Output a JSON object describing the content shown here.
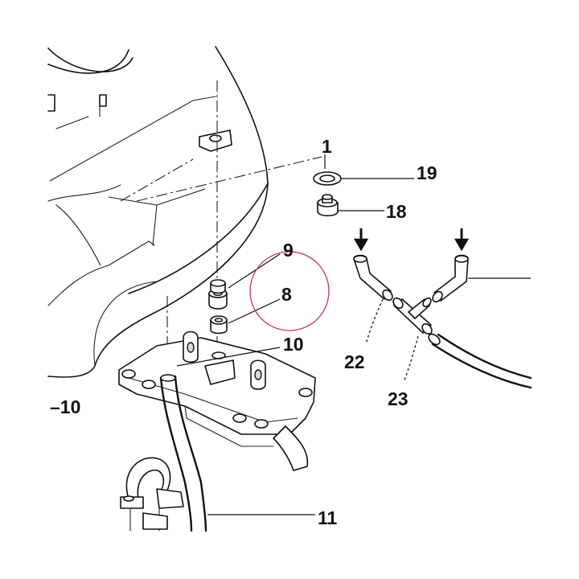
{
  "diagram": {
    "type": "exploded parts diagram",
    "callouts": {
      "c1": "1",
      "c8": "8",
      "c9": "9",
      "c10_right": "10",
      "c10_left": "–10",
      "c11": "11",
      "c18": "18",
      "c19": "19",
      "c22": "22",
      "c23": "23"
    },
    "highlight_color": "#c8334a",
    "line_color": "#111111",
    "flow_arrow_count": 2
  }
}
